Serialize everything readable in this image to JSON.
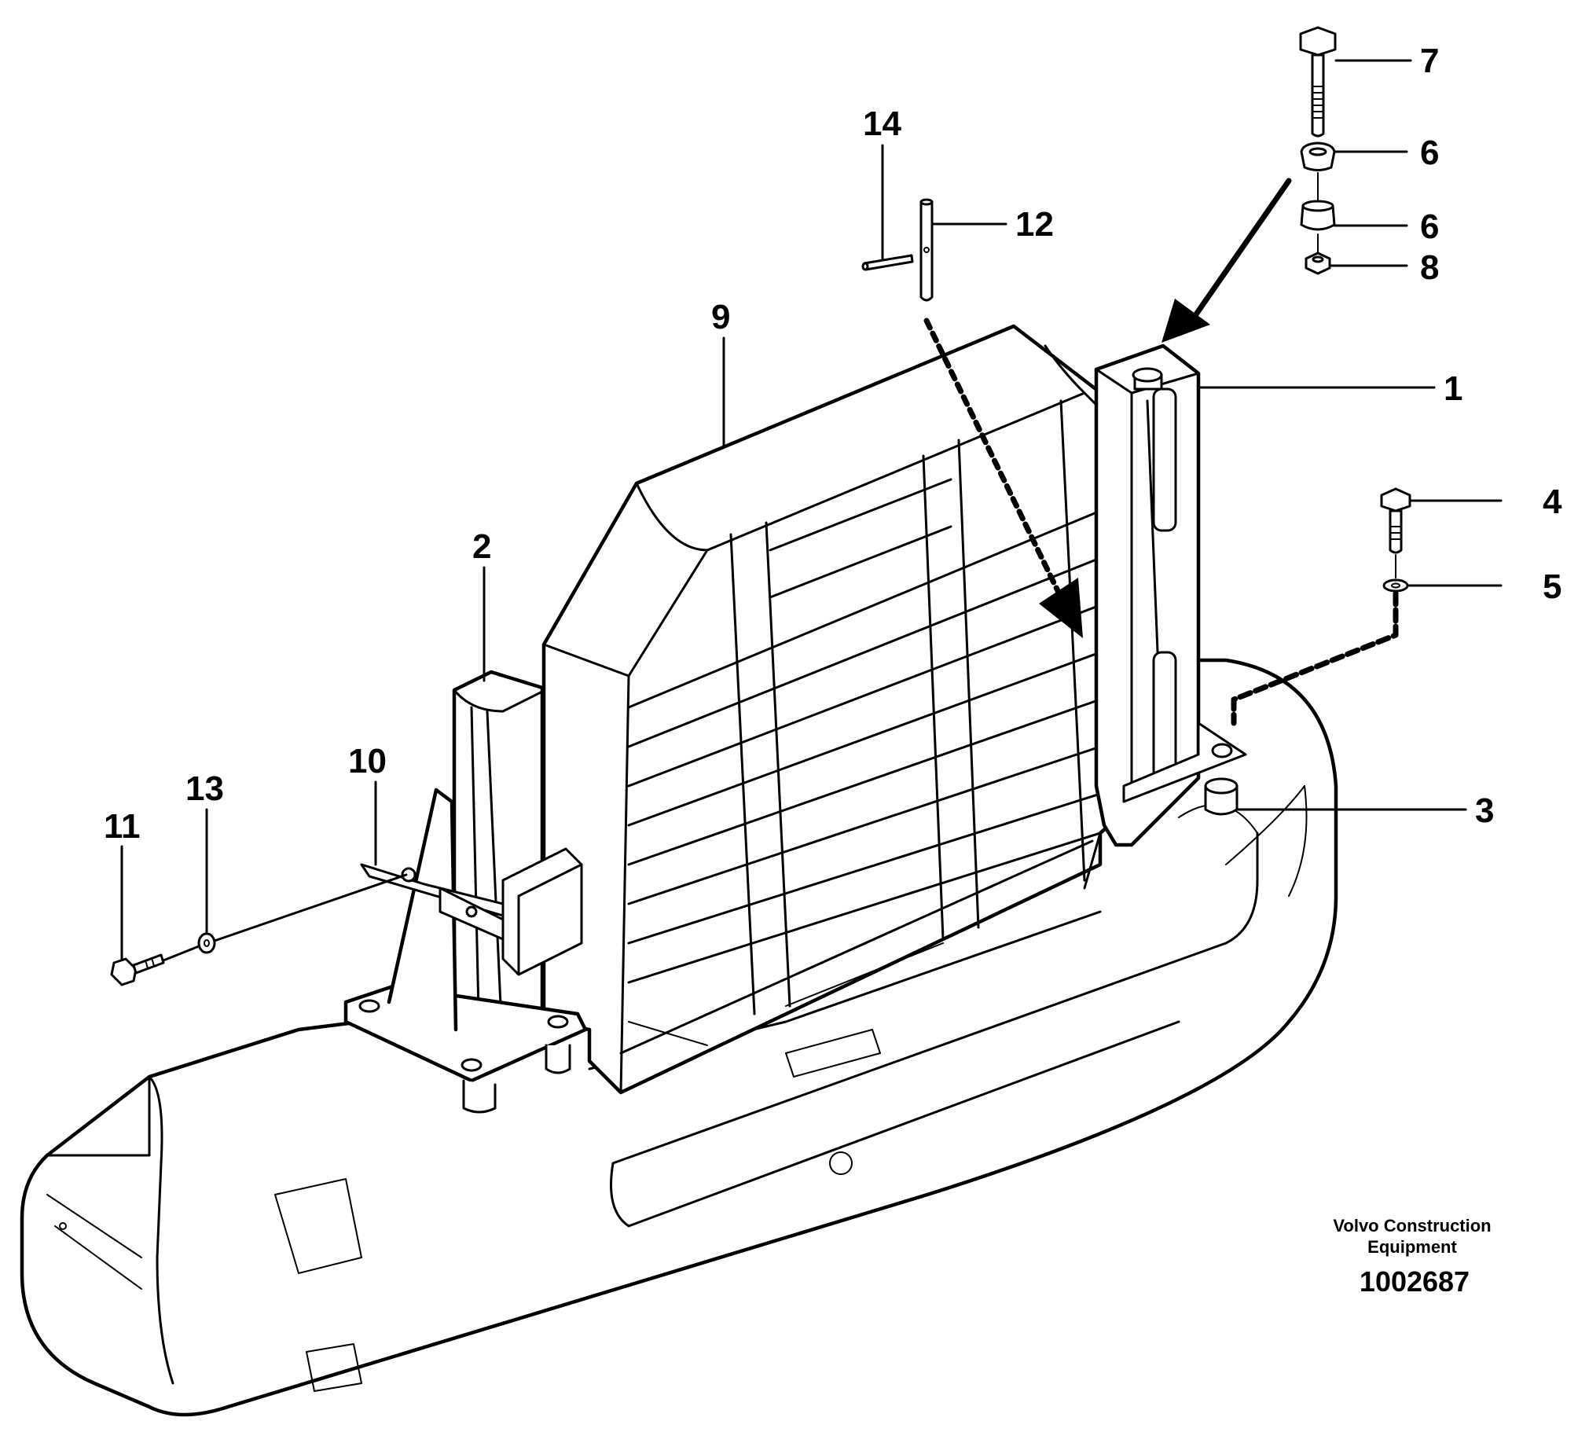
{
  "callouts": [
    {
      "id": "1",
      "label": "1"
    },
    {
      "id": "2",
      "label": "2"
    },
    {
      "id": "3",
      "label": "3"
    },
    {
      "id": "4",
      "label": "4"
    },
    {
      "id": "5",
      "label": "5"
    },
    {
      "id": "6a",
      "label": "6"
    },
    {
      "id": "6b",
      "label": "6"
    },
    {
      "id": "7",
      "label": "7"
    },
    {
      "id": "8",
      "label": "8"
    },
    {
      "id": "9",
      "label": "9"
    },
    {
      "id": "10",
      "label": "10"
    },
    {
      "id": "11",
      "label": "11"
    },
    {
      "id": "12",
      "label": "12"
    },
    {
      "id": "13",
      "label": "13"
    },
    {
      "id": "14",
      "label": "14"
    }
  ],
  "credit": {
    "line1": "Volvo Construction",
    "line2": "Equipment",
    "number": "1002687"
  }
}
